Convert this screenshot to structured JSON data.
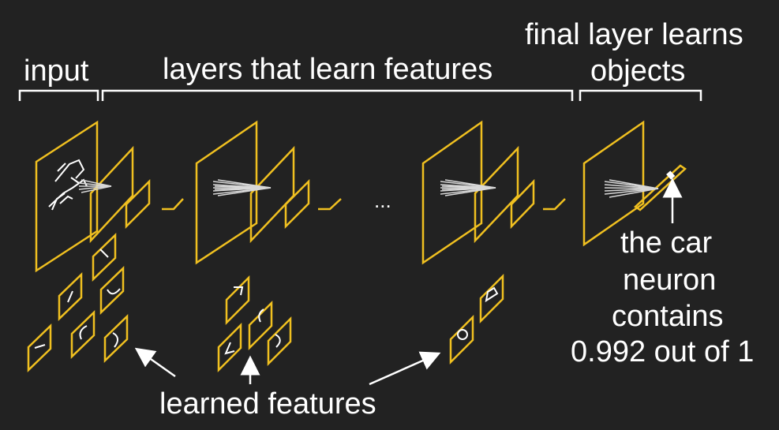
{
  "labels": {
    "input": "input",
    "layers": "layers that learn features",
    "final_line1": "final layer learns",
    "final_line2": "objects",
    "car_line1": "the car",
    "car_line2": "neuron",
    "car_line3": "contains",
    "car_line4": "0.992 out of 1",
    "ellipsis": "...",
    "learned": "learned features"
  },
  "colors": {
    "background": "#222222",
    "layer_outline": "#f0c020",
    "text": "#ffffff",
    "rays": "#d8d8d8"
  }
}
